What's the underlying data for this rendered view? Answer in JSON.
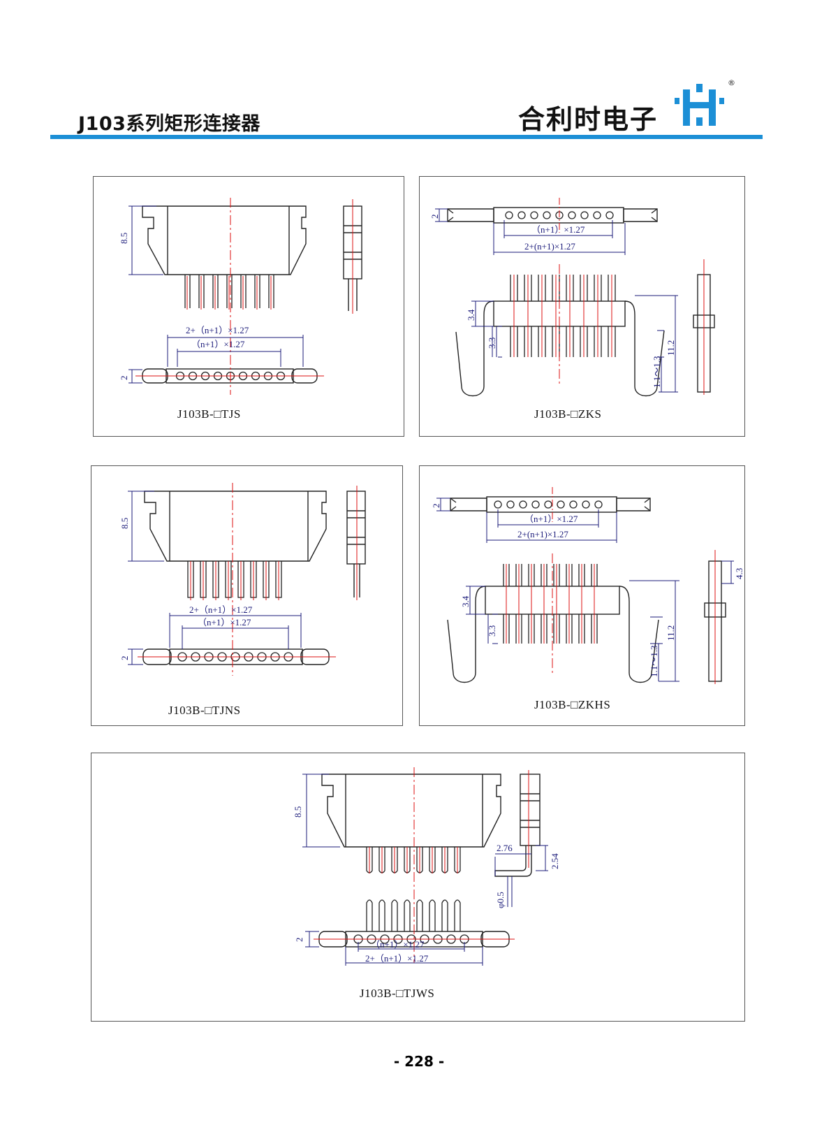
{
  "header": {
    "series_title": "J103系列矩形连接器",
    "company_name": "合利时电子",
    "logo_registered": "®",
    "rule_color": "#1c8fd6",
    "brand_color": "#1c8fd6"
  },
  "drawings": [
    {
      "caption": "J103B-□TJS",
      "dims": {
        "height": "8.5",
        "outer_pitch": "2+（n+1）×1.27",
        "inner_pitch": "（n+1）×1.27",
        "thickness": "2"
      }
    },
    {
      "caption": "J103B-□ZKS",
      "dims": {
        "thickness": "2",
        "inner_pitch": "（n+1）×1.27",
        "outer_pitch": "2+(n+1)×1.27",
        "body": "3.4",
        "pin": "3.3",
        "total": "11.2",
        "range": "1.1～1.3"
      }
    },
    {
      "caption": "J103B-□TJNS",
      "dims": {
        "height": "8.5",
        "outer_pitch": "2+（n+1）×1.27",
        "inner_pitch": "（n+1）×1.27",
        "thickness": "2"
      }
    },
    {
      "caption": "J103B-□ZKHS",
      "dims": {
        "thickness": "2",
        "inner_pitch": "（n+1）×1.27",
        "outer_pitch": "2+(n+1)×1.27",
        "body": "3.4",
        "pin": "3.3",
        "total": "11.2",
        "range": "1.1～1.3",
        "side": "4.3"
      }
    },
    {
      "caption": "J103B-□TJWS",
      "dims": {
        "height": "8.5",
        "bend": "2.76",
        "rise": "2.54",
        "pin_dia": "φ0.5",
        "thickness": "2",
        "inner_pitch": "（n+1）×1.27",
        "outer_pitch": "2+（n+1）×1.27"
      }
    }
  ],
  "footer": {
    "page_number": "- 228 -"
  }
}
